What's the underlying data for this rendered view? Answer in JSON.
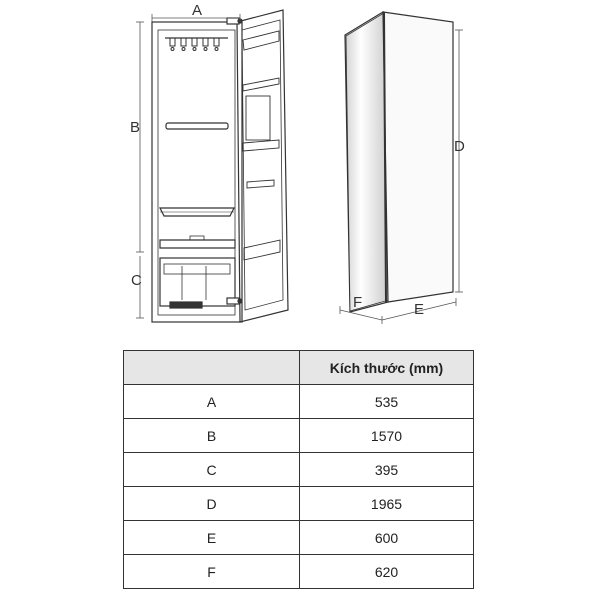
{
  "dimension_letters": {
    "a": "A",
    "b": "B",
    "c": "C",
    "d": "D",
    "e": "E",
    "f": "F"
  },
  "table": {
    "header_blank": "",
    "header_value": "Kích thước (mm)",
    "rows": [
      {
        "key": "A",
        "value": "535"
      },
      {
        "key": "B",
        "value": "1570"
      },
      {
        "key": "C",
        "value": "395"
      },
      {
        "key": "D",
        "value": "1965"
      },
      {
        "key": "E",
        "value": "600"
      },
      {
        "key": "F",
        "value": "620"
      }
    ]
  }
}
